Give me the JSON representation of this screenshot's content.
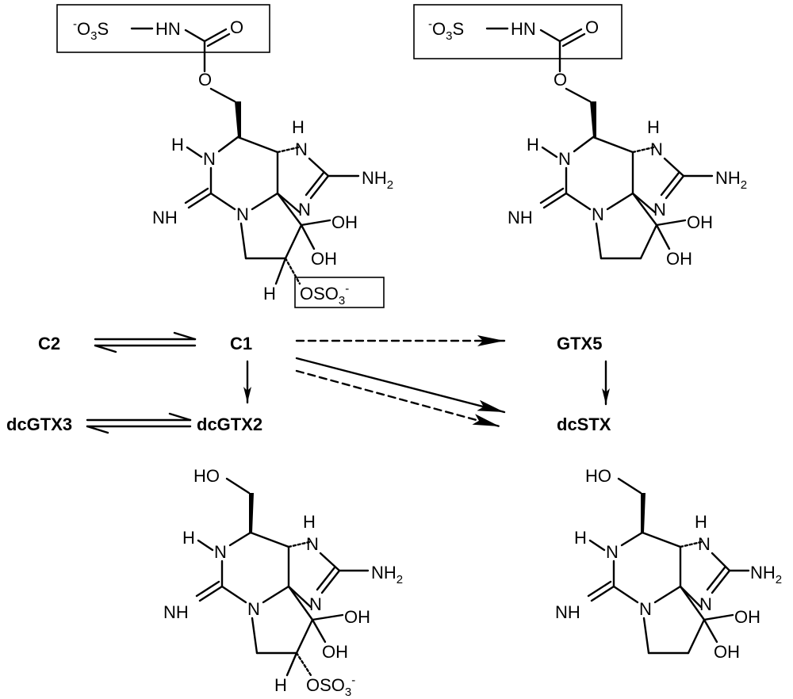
{
  "compounds": {
    "c1_structure": {
      "sulfocarbamoyl": {
        "o3s": "O",
        "o3s_sub": "3",
        "o3s_s": "S",
        "o3s_charge": "-",
        "hn": "HN",
        "o_carbonyl": "O",
        "o_ester": "O"
      },
      "core": {
        "h_n1": "H",
        "n1": "N",
        "nh_imine": "NH",
        "n_ring": "N",
        "nh_top": "N",
        "h_top": "H",
        "n_right": "N",
        "nh2": "NH",
        "nh2_sub": "2",
        "oh1": "OH",
        "oh2": "OH"
      },
      "sulfate": {
        "h_c11": "H",
        "oso3": "OSO",
        "oso3_sub": "3",
        "oso3_charge": "-"
      }
    },
    "gtx5_structure": {
      "sulfocarbamoyl": {
        "o3s": "O",
        "o3s_sub": "3",
        "o3s_s": "S",
        "o3s_charge": "-",
        "hn": "HN",
        "o_carbonyl": "O",
        "o_ester": "O"
      },
      "core": {
        "h_n1": "H",
        "n1": "N",
        "nh_imine": "NH",
        "n_ring": "N",
        "nh_top": "N",
        "h_top": "H",
        "n_right": "N",
        "nh2": "NH",
        "nh2_sub": "2",
        "oh1": "OH",
        "oh2": "OH"
      }
    },
    "dcgtx2_structure": {
      "ho": "HO",
      "core": {
        "h_n1": "H",
        "n1": "N",
        "nh_imine": "NH",
        "n_ring": "N",
        "nh_top": "N",
        "h_top": "H",
        "n_right": "N",
        "nh2": "NH",
        "nh2_sub": "2",
        "oh1": "OH",
        "oh2": "OH"
      },
      "sulfate": {
        "h_c11": "H",
        "oso3": "OSO",
        "oso3_sub": "3",
        "oso3_charge": "-"
      }
    },
    "dcstx_structure": {
      "ho": "HO",
      "core": {
        "h_n1": "H",
        "n1": "N",
        "nh_imine": "NH",
        "n_ring": "N",
        "nh_top": "N",
        "h_top": "H",
        "n_right": "N",
        "nh2": "NH",
        "nh2_sub": "2",
        "oh1": "OH",
        "oh2": "OH"
      }
    }
  },
  "labels": {
    "c2": "C2",
    "c1": "C1",
    "gtx5": "GTX5",
    "dcgtx3": "dcGTX3",
    "dcgtx2": "dcGTX2",
    "dcstx": "dcSTX"
  },
  "arrows": [
    {
      "from": "C2",
      "to": "C1",
      "kind": "equilibrium"
    },
    {
      "from": "dcGTX3",
      "to": "dcGTX2",
      "kind": "equilibrium"
    },
    {
      "from": "C1",
      "to": "dcGTX2",
      "kind": "solid"
    },
    {
      "from": "C1",
      "to": "GTX5",
      "kind": "dashed"
    },
    {
      "from": "C1",
      "to": "dcSTX",
      "kind": "solid"
    },
    {
      "from": "C1",
      "to": "dcSTX",
      "kind": "dashed"
    },
    {
      "from": "GTX5",
      "to": "dcSTX",
      "kind": "solid"
    }
  ]
}
